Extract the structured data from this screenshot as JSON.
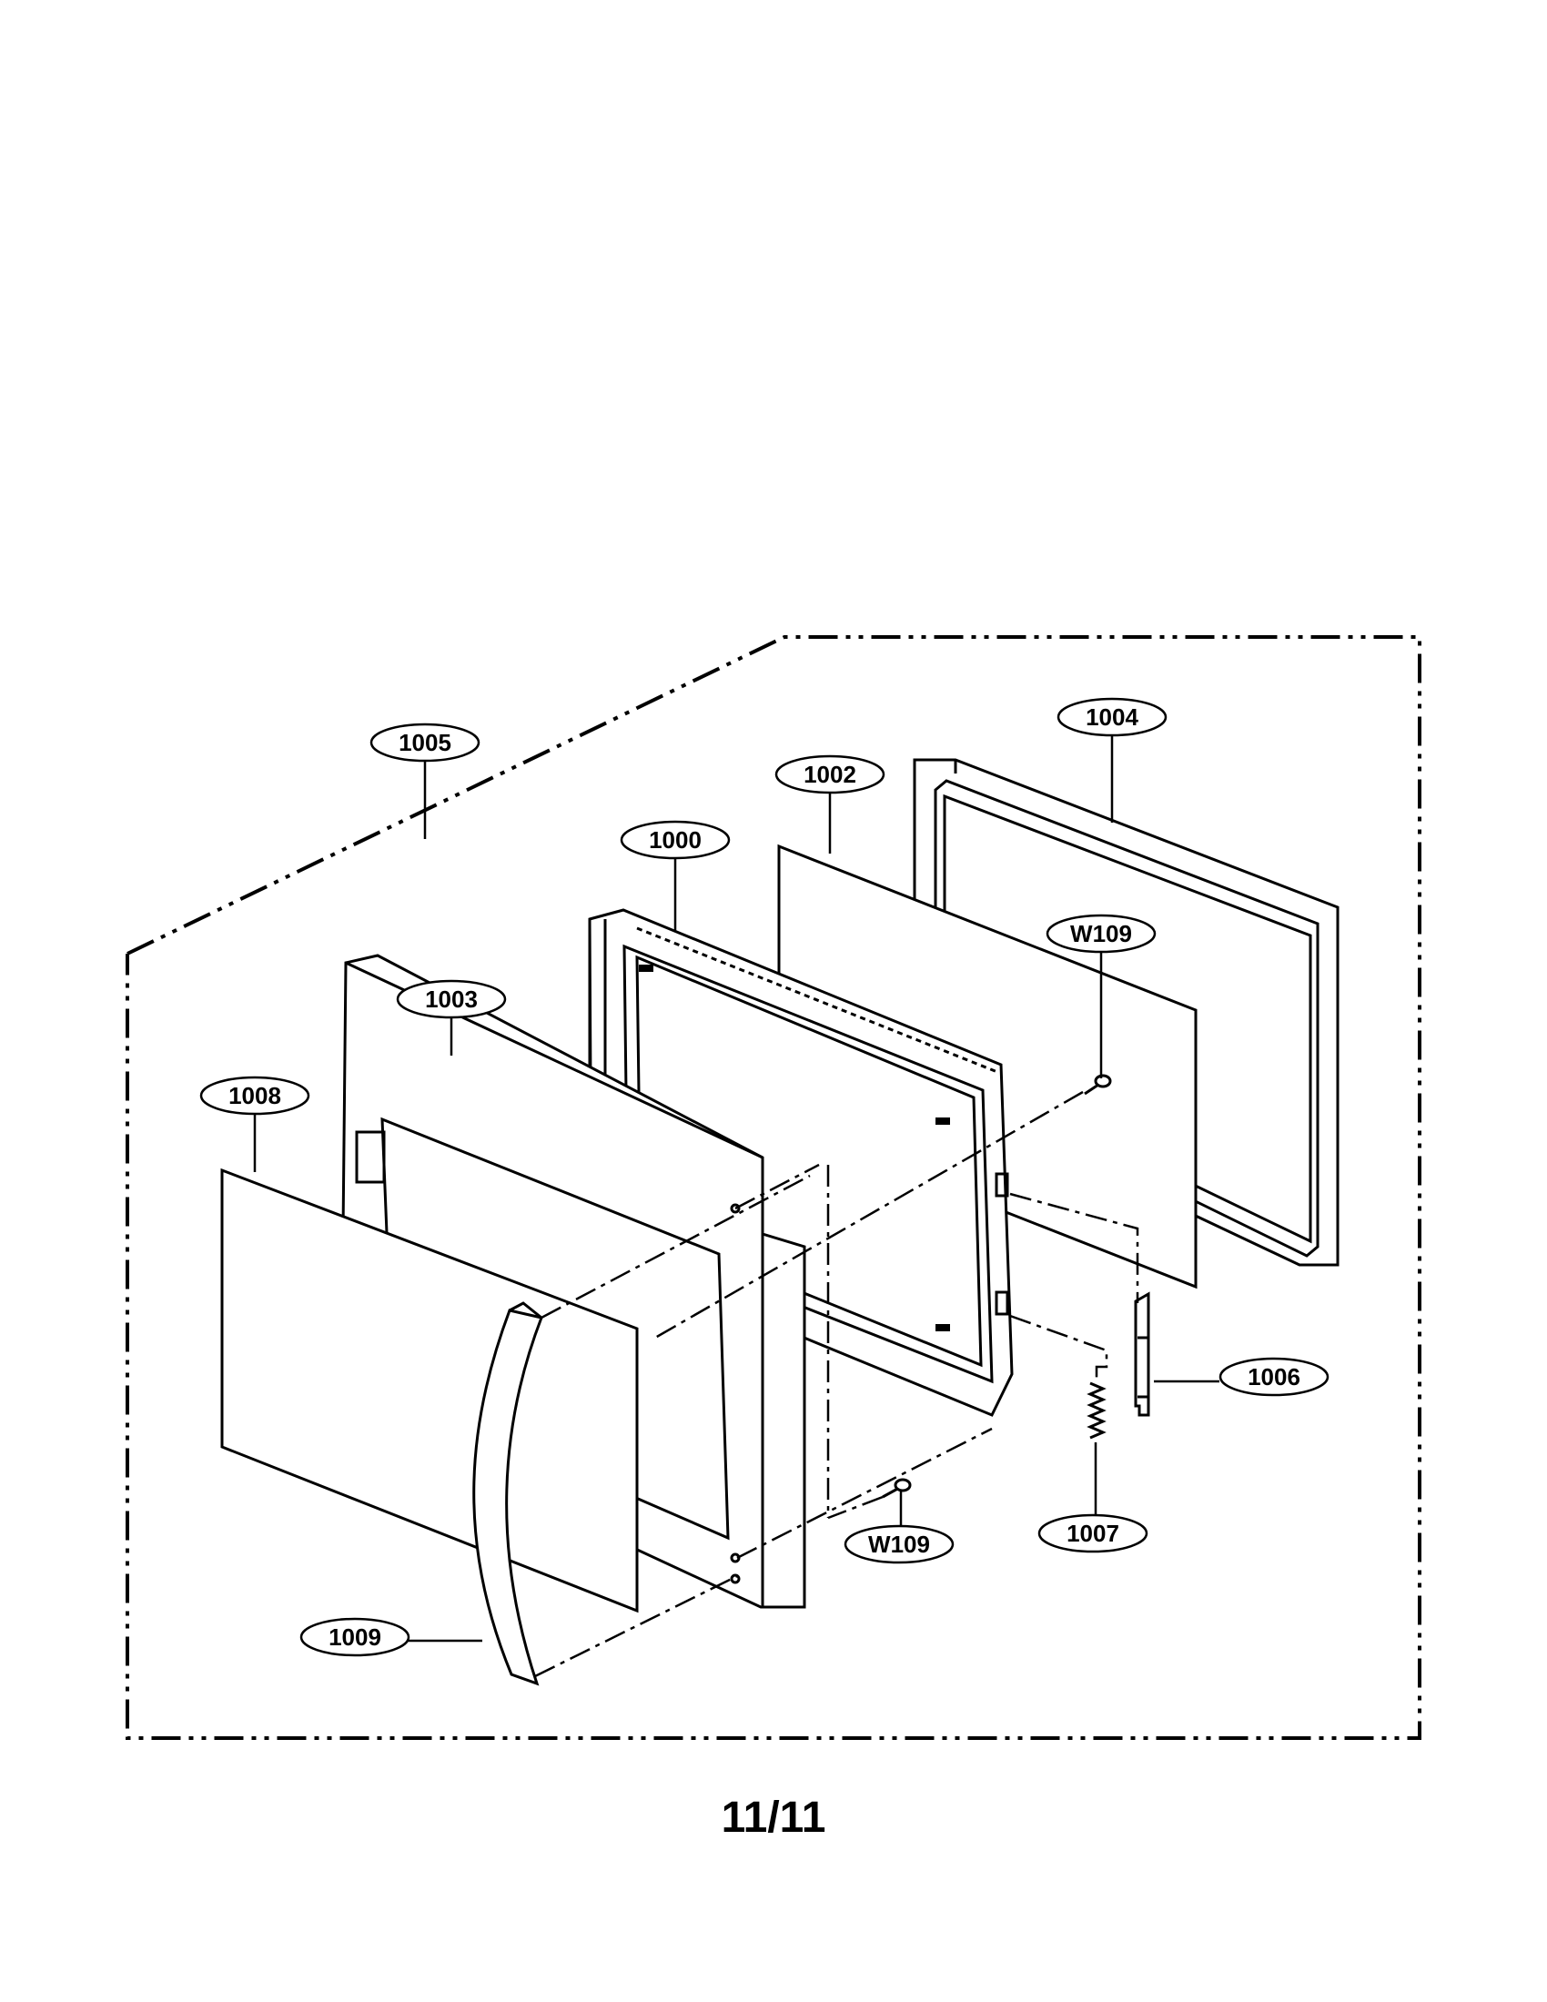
{
  "diagram": {
    "callouts": [
      {
        "id": "1005",
        "label": "1005"
      },
      {
        "id": "1004",
        "label": "1004"
      },
      {
        "id": "1002",
        "label": "1002"
      },
      {
        "id": "1000",
        "label": "1000"
      },
      {
        "id": "w109-top",
        "label": "W109"
      },
      {
        "id": "1003",
        "label": "1003"
      },
      {
        "id": "1008",
        "label": "1008"
      },
      {
        "id": "1006",
        "label": "1006"
      },
      {
        "id": "1007",
        "label": "1007"
      },
      {
        "id": "w109-bottom",
        "label": "W109"
      },
      {
        "id": "1009",
        "label": "1009"
      }
    ]
  },
  "page_number": "11/11"
}
